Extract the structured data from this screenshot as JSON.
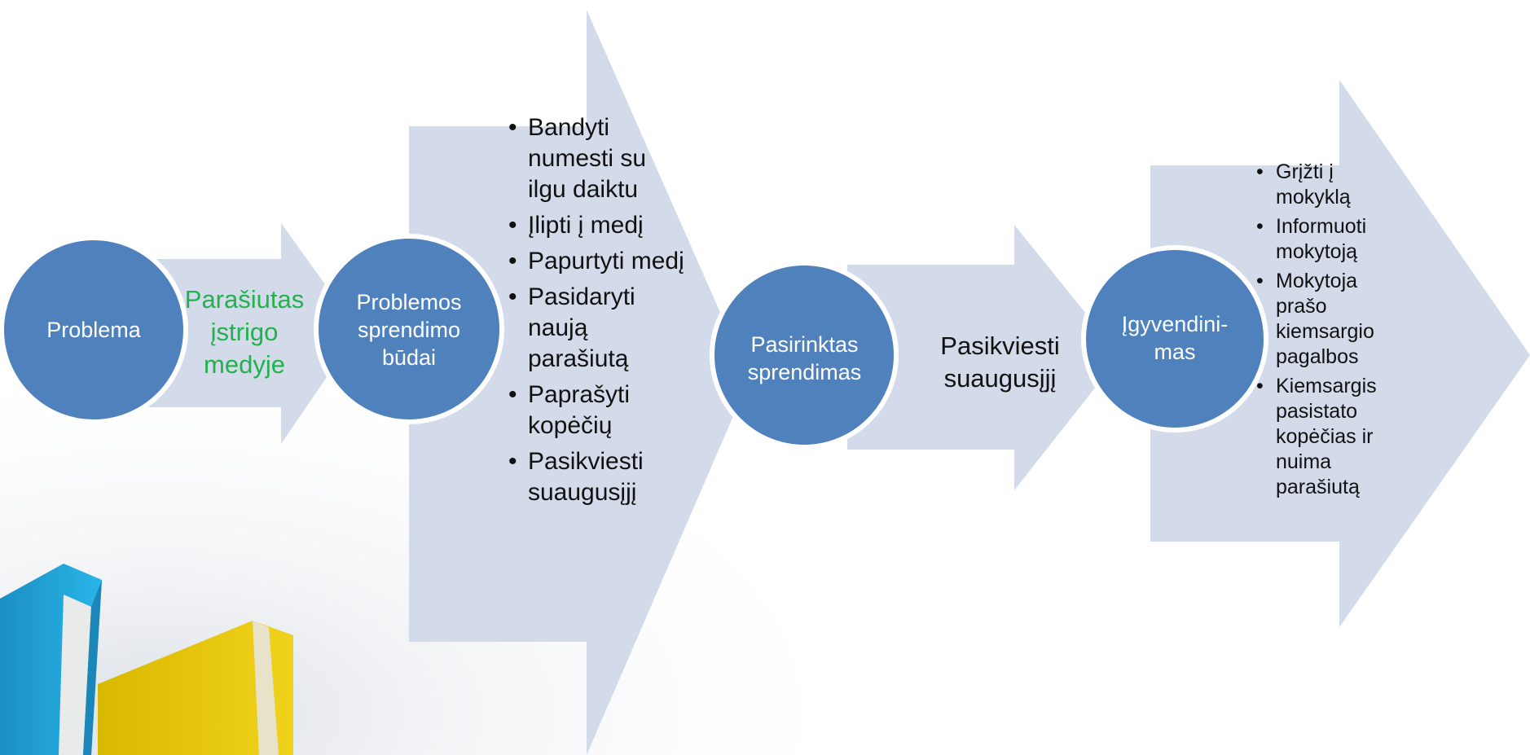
{
  "colors": {
    "circle_fill": "#4f81bd",
    "arrow_fill": "#d3dbea",
    "green_text": "#22b14c",
    "dark_text": "#111111",
    "book_blue": "#20a4d8",
    "book_yellow": "#e2c40b"
  },
  "steps": {
    "problem": "Problema",
    "problem_detail": "Parašiutas įstrigo medyje",
    "solution_ways": "Problemos sprendimo būdai",
    "solution_ways_list": [
      "Bandyti numesti su ilgu daiktu",
      "Įlipti į medį",
      "Papurtyti medį",
      "Pasidaryti naują parašiutą",
      "Paprašyti kopėčių",
      "Pasikviesti suaugusįjį"
    ],
    "chosen": "Pasirinktas sprendimas",
    "chosen_detail": "Pasikviesti suaugusįjį",
    "implementation": "Įgyvendini- mas",
    "implementation_list": [
      "Grįžti į mokyklą",
      "Informuoti mokytoją",
      "Mokytoja prašo kiemsargio pagalbos",
      "Kiemsargis pasistato kopėčias ir nuima parašiutą"
    ]
  }
}
